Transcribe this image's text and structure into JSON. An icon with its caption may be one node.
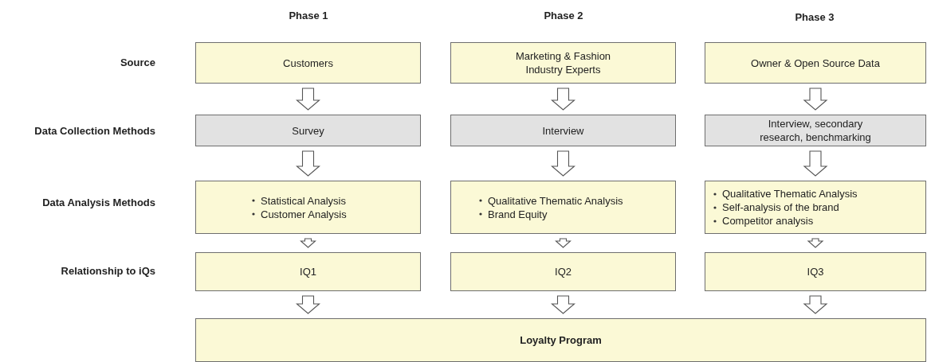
{
  "diagram": {
    "nodes": [
      {
        "text": [
          "Customers"
        ]
      },
      {
        "text": [
          "Marketing & Fashion Industry Experts"
        ]
      },
      {
        "text": [
          "Owner & Open Source Data"
        ]
      },
      {
        "text": [
          "Survey"
        ]
      },
      {
        "text": [
          "Interview"
        ]
      },
      {
        "text": [
          "Interview, secondary research, benchmarking"
        ]
      },
      {
        "text": [
          "Statistical Analysis",
          "Customer Analysis"
        ]
      },
      {
        "text": [
          "Qualitative Thematic Analysis",
          "Brand Equity"
        ]
      },
      {
        "text": [
          "Qualitative Thematic Analysis",
          "Self-analysis of the brand",
          "Competitor analysis"
        ]
      },
      {
        "text": [
          "IQ1"
        ]
      },
      {
        "text": [
          "IQ2"
        ]
      },
      {
        "text": [
          "IQ3"
        ]
      },
      {
        "text": [
          "Loyalty Program"
        ]
      }
    ],
    "edges": [
      {
        "from": 0,
        "to": 3,
        "arrow": "to"
      },
      {
        "from": 1,
        "to": 4,
        "arrow": "to"
      },
      {
        "from": 2,
        "to": 5,
        "arrow": "to"
      },
      {
        "from": 3,
        "to": 6,
        "arrow": "to"
      },
      {
        "from": 4,
        "to": 7,
        "arrow": "to"
      },
      {
        "from": 5,
        "to": 8,
        "arrow": "to"
      },
      {
        "from": 6,
        "to": 9,
        "arrow": "to"
      },
      {
        "from": 7,
        "to": 10,
        "arrow": "to"
      },
      {
        "from": 8,
        "to": 11,
        "arrow": "to"
      },
      {
        "from": 9,
        "to": 12,
        "arrow": "to"
      },
      {
        "from": 10,
        "to": 12,
        "arrow": "to"
      },
      {
        "from": 11,
        "to": 12,
        "arrow": "to"
      }
    ],
    "labels": [
      "Phase 1",
      "Phase 2",
      "Phase 3",
      "Source",
      "Data Collection Methods",
      "Data Analysis Methods",
      "Relationship to iQs"
    ]
  }
}
